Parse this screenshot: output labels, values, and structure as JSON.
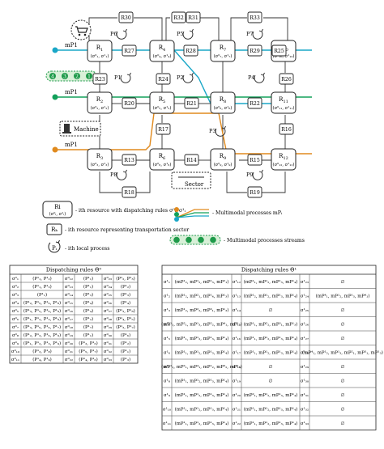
{
  "diagram": {
    "resources": [
      {
        "id": "R1",
        "label": "R",
        "sub": "1",
        "rules": "(σ⁰₁, σ¹₁)"
      },
      {
        "id": "R4",
        "label": "R",
        "sub": "4",
        "rules": "(σ⁰₄, σ¹₄)"
      },
      {
        "id": "R7",
        "label": "R",
        "sub": "7",
        "rules": "(σ⁰₇, σ¹₇)"
      },
      {
        "id": "R10",
        "label": "R",
        "sub": "10",
        "rules": "(σ⁰₁₀, σ¹₁₀)"
      },
      {
        "id": "R2",
        "label": "R",
        "sub": "2",
        "rules": "(σ⁰₂, σ¹₂)"
      },
      {
        "id": "R5",
        "label": "R",
        "sub": "5",
        "rules": "(σ⁰₅, σ¹₅)"
      },
      {
        "id": "R8",
        "label": "R",
        "sub": "8",
        "rules": "(σ⁰₈, σ¹₈)"
      },
      {
        "id": "R11",
        "label": "R",
        "sub": "11",
        "rules": "(σ⁰₁₁, σ¹₁₁)"
      },
      {
        "id": "R3",
        "label": "R",
        "sub": "3",
        "rules": "(σ⁰₃, σ¹₃)"
      },
      {
        "id": "R6",
        "label": "R",
        "sub": "6",
        "rules": "(σ⁰₆, σ¹₆)"
      },
      {
        "id": "R9",
        "label": "R",
        "sub": "9",
        "rules": "(σ⁰₉, σ¹₉)"
      },
      {
        "id": "R12",
        "label": "R",
        "sub": "12",
        "rules": "(σ⁰₁₂, σ¹₁₂)"
      }
    ],
    "sectors": [
      "R30",
      "R32",
      "R31",
      "R33",
      "R27",
      "R28",
      "R29",
      "R25",
      "R23",
      "R24",
      "R26",
      "R20",
      "R21",
      "R22",
      "R17",
      "R13",
      "R14",
      "R15",
      "R16",
      "R18",
      "R19"
    ],
    "local_processes": [
      "P1",
      "P2",
      "P3",
      "P4",
      "P5",
      "P6",
      "P7",
      "P8",
      "P9"
    ],
    "mp_labels": [
      "mP1",
      "mP1",
      "mP1"
    ],
    "stream_numbers": [
      "4",
      "3",
      "2",
      "1"
    ],
    "machine_label": "Machine",
    "sector_label": "Sector"
  },
  "legend": {
    "resource_symbol": "Ri",
    "resource_rules": "(σ⁰ᵢ, σ¹ᵢ)",
    "resource_desc": "- ith resource with dispatching rules σ⁰ᵢ, σ¹ᵢ",
    "sector_symbol": "Rₖ",
    "sector_desc": "- ith resource representing transportation sector",
    "local_symbol": "Pᵢ",
    "local_desc": "- ith local process",
    "mp_desc": "- Multimodal processes mPᵢ",
    "stream_desc": "- Multimodal processes streams"
  },
  "table0": {
    "title": "Dispatching rules Θ⁰",
    "rows": [
      [
        "σ⁰₁",
        "(P¹₁, P¹₂)",
        "σ⁰₁₂",
        "(P¹₁)",
        "σ⁰₂₃",
        "(P¹₂, P¹₃)"
      ],
      [
        "σ⁰₂",
        "(P¹₁, P¹₃)",
        "σ⁰₁₃",
        "(P¹₁)",
        "σ⁰₂₄",
        "(P¹₂)"
      ],
      [
        "σ⁰₃",
        "(P¹₁)",
        "σ⁰₁₄",
        "(P¹₃)",
        "σ⁰₂₅",
        "(P¹₃)"
      ],
      [
        "σ⁰₄",
        "(P¹₂, P¹₅, P¹₆, P¹₈)",
        "σ⁰₁₅",
        "(P¹₄)",
        "σ⁰₂₆",
        "(P¹₄)"
      ],
      [
        "σ⁰₅",
        "(P¹₃, P¹₅, P¹₆, P¹₉)",
        "σ⁰₁₆",
        "(P¹₄)",
        "σ⁰₂₇",
        "(P¹₃, P¹₈)"
      ],
      [
        "σ⁰₆",
        "(P¹₁, P¹₂, P¹₃, P¹₉)",
        "σ⁰₁₇",
        "(P¹₂)",
        "σ⁰₂₈",
        "(P¹₄, P¹₅)"
      ],
      [
        "σ⁰₇",
        "(P¹₃, P¹₅, P¹₆, P¹₇)",
        "σ⁰₁₈",
        "(P¹₇)",
        "σ⁰₂₉",
        "(P¹₃, P¹₇)"
      ],
      [
        "σ⁰₈",
        "(P¹₂, P¹₃, P¹₆, P¹₉)",
        "σ⁰₁₉",
        "(P¹₁)",
        "σ⁰₃₀",
        "(P¹₆)"
      ],
      [
        "σ⁰₉",
        "(P¹₁, P¹₂, P¹₃, P¹₉)",
        "σ⁰₂₀",
        "(P¹₃, P¹₆)",
        "σ⁰₃₁",
        "(P¹₂)"
      ],
      [
        "σ⁰₁₀",
        "(P¹₃, P¹₈)",
        "σ⁰₂₁",
        "(P¹₅, P¹₇)",
        "σ⁰₃₂",
        "(P¹₁)"
      ],
      [
        "σ⁰₁₁",
        "(P¹₄, P¹₉)",
        "σ⁰₂₂",
        "(P¹₄, P¹₆)",
        "σ⁰₃₃",
        "(P¹₃)"
      ]
    ]
  },
  "table1": {
    "title": "Dispatching rules Θ¹",
    "rows": [
      [
        "σ¹₁",
        "(mP¹₂, mP¹₂, mP¹₃, mP²₁)",
        "σ¹₁₂",
        "(mP¹₁, mP¹₂, mP¹₃, mP¹₄)",
        "σ¹₂₃",
        "∅"
      ],
      [
        "σ¹₂",
        "(mP¹₂, mP²₁, mP¹₄, mP¹₃)",
        "σ¹₁₃",
        "(mP¹₂, mP¹₂, mP¹₃, mP¹₄)",
        "σ¹₂₄",
        "(mP⁴₁, mP¹₂, mP¹₃, mP⁴₁)"
      ],
      [
        "σ¹₃",
        "(mP¹₂, mP²₂, mP³₁, mP¹₃)",
        "σ¹₁₄",
        "∅",
        "σ¹₂₅",
        "∅"
      ],
      [
        "σ¹₄",
        "(mP¹₁, mP²₁, mP¹₃, mP²₂, mP⁴₁, mP¹₂)",
        "σ¹₁₅",
        "(mP¹₁, mP²₂, mP³₁, mP¹₃)",
        "σ¹₂₆",
        "∅"
      ],
      [
        "σ¹₅",
        "(mP¹₁, mP¹₂, mP¹₃, mP¹₄)",
        "σ¹₁₆",
        "(mP¹₁, mP¹₂, mP¹₃, mP¹₄)",
        "σ¹₂₇",
        "∅"
      ],
      [
        "σ¹₆",
        "(mP¹₁, mP¹₂, mP¹₃, mP¹₄)",
        "σ¹₁₇",
        "(mP¹₁, mP¹₂, mP¹₃, mP¹₄)",
        "σ¹₂₈",
        "(mP⁴₁, mP¹₂, mP¹₃, mP²₁, mP³₁, mP¹₃)"
      ],
      [
        "σ¹₇",
        "(mP¹₁, mP²₁, mP⁴₁, mP¹₂, mP³₂, mP¹₃)",
        "σ¹₁₈",
        "∅",
        "σ¹₂₉",
        "∅"
      ],
      [
        "σ¹₈",
        "(mP¹₁, mP¹₂, mP¹₃, mP¹₄)",
        "σ¹₁₉",
        "∅",
        "σ¹₃₀",
        "∅"
      ],
      [
        "σ¹₉",
        "(mP¹₁, mP¹₂, mP¹₃, mP¹₄)",
        "σ¹₂₀",
        "(mP²₁, mP¹₂, mP¹₃, mP¹₄)",
        "σ¹₃₁",
        "∅"
      ],
      [
        "σ¹₁₀",
        "(mP¹₁, mP¹₂, mP¹₃, mP¹₄)",
        "σ¹₂₁",
        "(mP¹₁, mP¹₂, mP¹₃, mP¹₄)",
        "σ¹₃₂",
        "∅"
      ],
      [
        "σ¹₁₁",
        "(mP¹₁, mP¹₂, mP¹₃, mP¹₄)",
        "σ¹₂₂",
        "(mP¹₁, mP¹₂, mP¹₃, mP¹₄)",
        "σ¹₃₃",
        "∅"
      ]
    ]
  },
  "colors": {
    "teal": "#1aa7c7",
    "green": "#12a05a",
    "orange": "#e08a1e",
    "stream_fill": "#d8f0d8",
    "stream_circle": "#1e9a4a"
  }
}
